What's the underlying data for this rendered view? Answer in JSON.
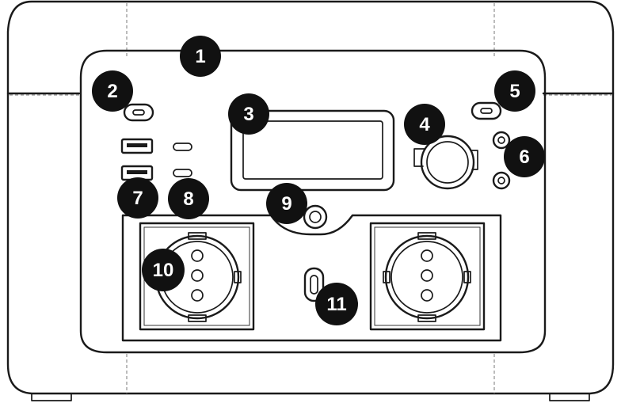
{
  "callouts": [
    {
      "label": "1"
    },
    {
      "label": "2"
    },
    {
      "label": "3"
    },
    {
      "label": "4"
    },
    {
      "label": "5"
    },
    {
      "label": "6"
    },
    {
      "label": "7"
    },
    {
      "label": "8"
    },
    {
      "label": "9"
    },
    {
      "label": "10"
    },
    {
      "label": "11"
    }
  ],
  "colors": {
    "line": "#1a1a1a",
    "badge": "#111111",
    "badge_text": "#ffffff",
    "background": "#ffffff"
  }
}
